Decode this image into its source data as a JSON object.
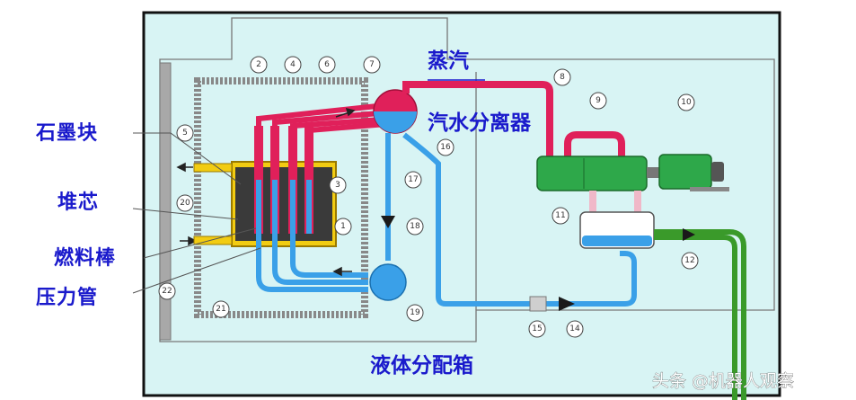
{
  "labels": {
    "steam": "蒸汽",
    "separator": "汽水分离器",
    "header": "液体分配箱",
    "graphite": "石墨块",
    "core": "堆芯",
    "fuel_rod": "燃料棒",
    "pressure_tube": "压力管"
  },
  "numbers": [
    "2",
    "4",
    "6",
    "7",
    "8",
    "9",
    "10",
    "5",
    "3",
    "20",
    "1",
    "17",
    "18",
    "16",
    "11",
    "12",
    "22",
    "21",
    "19",
    "15",
    "14"
  ],
  "watermark": "头条 @机器人观察",
  "colors": {
    "background": "#d8f4f4",
    "hot_pipe": "#e0205a",
    "cold_pipe": "#3aa0e8",
    "condensate_pipe": "#3a9a2a",
    "turbine": "#2ea84a",
    "core_fill": "#f2cc12",
    "graphite": "#3a3a3a",
    "label_text": "#1a1acc"
  }
}
